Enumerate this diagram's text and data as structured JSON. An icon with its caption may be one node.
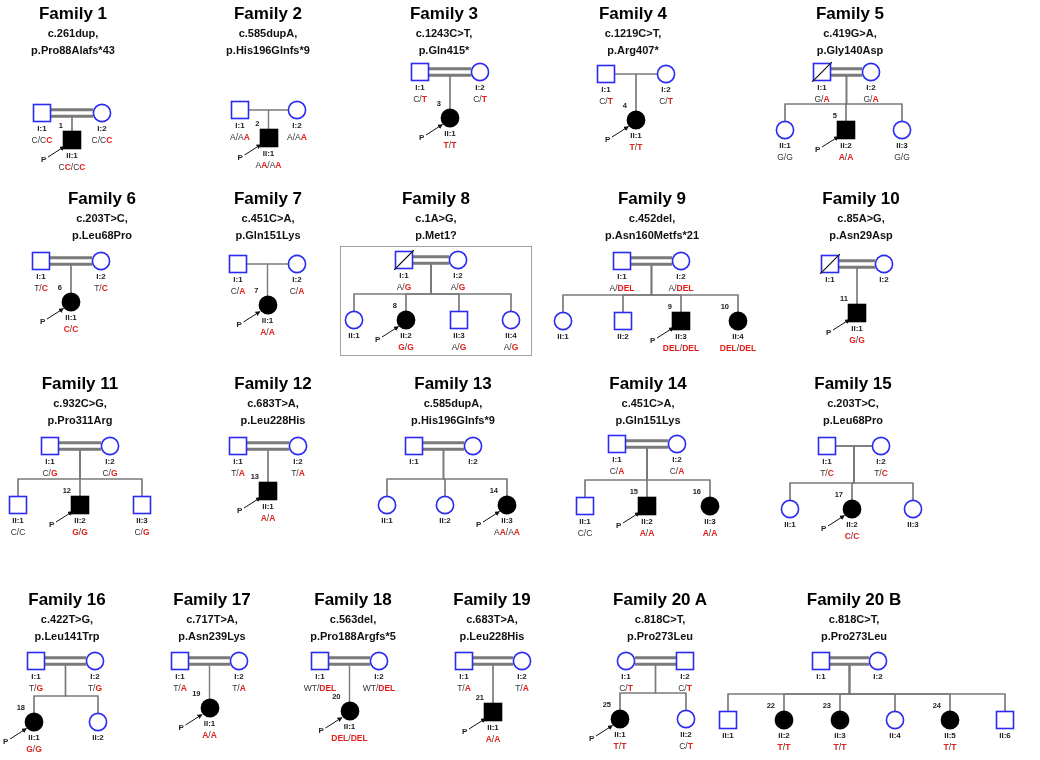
{
  "diagram": {
    "nodes": [
      {
        "text": [],
        "shape": "box",
        "beside": [
          "I:1",
          "C/C**C**"
        ]
      },
      {
        "text": [],
        "shape": "circle",
        "beside": [
          "I:2",
          "C/C**C**"
        ]
      },
      {
        "text": [],
        "shape": "filled-box",
        "beside": [
          "II:1",
          "C**C**/C**C**"
        ]
      },
      {
        "text": [],
        "shape": "box",
        "beside": [
          "I:1",
          "A/A**A**"
        ]
      },
      {
        "text": [],
        "shape": "circle",
        "beside": [
          "I:2",
          "A/A**A**"
        ]
      },
      {
        "text": [],
        "shape": "filled-box",
        "beside": [
          "II:1",
          "A**A**/A**A**"
        ]
      },
      {
        "text": [],
        "shape": "box",
        "beside": [
          "I:1",
          "C/**T**"
        ]
      },
      {
        "text": [],
        "shape": "circle",
        "beside": [
          "I:2",
          "C/**T**"
        ]
      },
      {
        "text": [],
        "shape": "filled-circle",
        "beside": [
          "II:1",
          "**T**/**T**"
        ]
      },
      {
        "text": [],
        "shape": "box",
        "beside": [
          "I:1",
          "C/**T**"
        ]
      },
      {
        "text": [],
        "shape": "circle",
        "beside": [
          "I:2",
          "C/**T**"
        ]
      },
      {
        "text": [],
        "shape": "filled-circle",
        "beside": [
          "II:1",
          "**T**/**T**"
        ]
      },
      {
        "text": [],
        "shape": "crossed-box",
        "beside": [
          "I:1",
          "G/**A**"
        ]
      },
      {
        "text": [],
        "shape": "circle",
        "beside": [
          "I:2",
          "G/**A**"
        ]
      },
      {
        "text": [],
        "shape": "circle",
        "beside": [
          "II:1",
          "G/G"
        ]
      },
      {
        "text": [],
        "shape": "filled-box",
        "beside": [
          "II:2",
          "**A**/**A**"
        ]
      },
      {
        "text": [],
        "shape": "circle",
        "beside": [
          "II:3",
          "G/G"
        ]
      },
      {
        "text": [],
        "shape": "box",
        "beside": [
          "I:1",
          "T/**C**"
        ]
      },
      {
        "text": [],
        "shape": "circle",
        "beside": [
          "I:2",
          "T/**C**"
        ]
      },
      {
        "text": [],
        "shape": "filled-circle",
        "beside": [
          "II:1",
          "**C**/**C**"
        ]
      },
      {
        "text": [],
        "shape": "box",
        "beside": [
          "I:1",
          "C/**A**"
        ]
      },
      {
        "text": [],
        "shape": "circle",
        "beside": [
          "I:2",
          "C/**A**"
        ]
      },
      {
        "text": [],
        "shape": "filled-circle",
        "beside": [
          "II:1",
          "**A**/**A**"
        ]
      },
      {
        "text": [],
        "shape": "box"
      },
      {
        "text": [],
        "shape": "crossed-box",
        "in": 23,
        "beside": [
          "I:1",
          "A/**G**"
        ]
      },
      {
        "text": [],
        "shape": "circle",
        "in": 23,
        "beside": [
          "I:2",
          "A/**G**"
        ]
      },
      {
        "text": [],
        "shape": "circle",
        "in": 23,
        "beside": [
          "II:1"
        ]
      },
      {
        "text": [],
        "shape": "filled-circle",
        "in": 23,
        "beside": [
          "II:2",
          "**G**/**G**"
        ]
      },
      {
        "text": [],
        "shape": "box",
        "in": 23,
        "beside": [
          "II:3",
          "A/**G**"
        ]
      },
      {
        "text": [],
        "shape": "circle",
        "in": 23,
        "beside": [
          "II:4",
          "A/**G**"
        ]
      },
      {
        "text": [],
        "shape": "box",
        "beside": [
          "I:1",
          "A/**DEL**"
        ]
      },
      {
        "text": [],
        "shape": "circle",
        "beside": [
          "I:2",
          "A/**DEL**"
        ]
      },
      {
        "text": [],
        "shape": "circle",
        "beside": [
          "II:1"
        ]
      },
      {
        "text": [],
        "shape": "box",
        "beside": [
          "II:2"
        ]
      },
      {
        "text": [],
        "shape": "filled-box",
        "beside": [
          "II:3",
          "**DEL**/**DEL**"
        ]
      },
      {
        "text": [],
        "shape": "filled-circle",
        "beside": [
          "II:4",
          "**DEL**/**DEL**"
        ]
      },
      {
        "text": [],
        "shape": "crossed-box",
        "beside": [
          "I:1"
        ]
      },
      {
        "text": [],
        "shape": "circle",
        "beside": [
          "I:2"
        ]
      },
      {
        "text": [],
        "shape": "filled-box",
        "beside": [
          "II:1",
          "**G**/**G**"
        ]
      },
      {
        "text": [],
        "shape": "box",
        "beside": [
          "I:1",
          "C/**G**"
        ]
      },
      {
        "text": [],
        "shape": "circle",
        "beside": [
          "I:2",
          "C/**G**"
        ]
      },
      {
        "text": [],
        "shape": "box",
        "beside": [
          "II:1",
          "C/C"
        ]
      },
      {
        "text": [],
        "shape": "filled-box",
        "beside": [
          "II:2",
          "**G**/**G**"
        ]
      },
      {
        "text": [],
        "shape": "box",
        "beside": [
          "II:3",
          "C/**G**"
        ]
      },
      {
        "text": [],
        "shape": "box",
        "beside": [
          "I:1",
          "T/**A**"
        ]
      },
      {
        "text": [],
        "shape": "circle",
        "beside": [
          "I:2",
          "T/**A**"
        ]
      },
      {
        "text": [],
        "shape": "filled-box",
        "beside": [
          "II:1",
          "**A**/**A**"
        ]
      },
      {
        "text": [],
        "shape": "box",
        "beside": [
          "I:1"
        ]
      },
      {
        "text": [],
        "shape": "circle",
        "beside": [
          "I:2"
        ]
      },
      {
        "text": [],
        "shape": "circle",
        "beside": [
          "II:1"
        ]
      },
      {
        "text": [],
        "shape": "circle",
        "beside": [
          "II:2"
        ]
      },
      {
        "text": [],
        "shape": "filled-circle",
        "beside": [
          "II:3",
          "A**A**/A**A**"
        ]
      },
      {
        "text": [],
        "shape": "box",
        "beside": [
          "I:1",
          "C/**A**"
        ]
      },
      {
        "text": [],
        "shape": "circle",
        "beside": [
          "I:2",
          "C/**A**"
        ]
      },
      {
        "text": [],
        "shape": "box",
        "beside": [
          "II:1",
          "C/C"
        ]
      },
      {
        "text": [],
        "shape": "filled-box",
        "beside": [
          "II:2",
          "**A**/**A**"
        ]
      },
      {
        "text": [],
        "shape": "filled-circle",
        "beside": [
          "II:3",
          "**A**/**A**"
        ]
      },
      {
        "text": [],
        "shape": "box",
        "beside": [
          "I:1",
          "T/**C**"
        ]
      },
      {
        "text": [],
        "shape": "circle",
        "beside": [
          "I:2",
          "T/**C**"
        ]
      },
      {
        "text": [],
        "shape": "circle",
        "beside": [
          "II:1"
        ]
      },
      {
        "text": [],
        "shape": "filled-circle",
        "beside": [
          "II:2",
          "**C**/**C**"
        ]
      },
      {
        "text": [],
        "shape": "circle",
        "beside": [
          "II:3"
        ]
      },
      {
        "text": [],
        "shape": "box",
        "beside": [
          "I:1",
          "T/**G**"
        ]
      },
      {
        "text": [],
        "shape": "circle",
        "beside": [
          "I:2",
          "T/**G**"
        ]
      },
      {
        "text": [],
        "shape": "filled-circle",
        "beside": [
          "II:1",
          "**G**/**G**"
        ]
      },
      {
        "text": [],
        "shape": "circle",
        "beside": [
          "II:2"
        ]
      },
      {
        "text": [],
        "shape": "box",
        "beside": [
          "I:1",
          "T/**A**"
        ]
      },
      {
        "text": [],
        "shape": "circle",
        "beside": [
          "I:2",
          "T/**A**"
        ]
      },
      {
        "text": [],
        "shape": "filled-circle",
        "beside": [
          "II:1",
          "**A**/**A**"
        ]
      },
      {
        "text": [],
        "shape": "box",
        "beside": [
          "I:1",
          "WT/**DEL**"
        ]
      },
      {
        "text": [],
        "shape": "circle",
        "beside": [
          "I:2",
          "WT/**DEL**"
        ]
      },
      {
        "text": [],
        "shape": "filled-circle",
        "beside": [
          "II:1",
          "**DEL**/**DEL**"
        ]
      },
      {
        "text": [],
        "shape": "box",
        "beside": [
          "I:1",
          "T/**A**"
        ]
      },
      {
        "text": [],
        "shape": "circle",
        "beside": [
          "I:2",
          "T/**A**"
        ]
      },
      {
        "text": [],
        "shape": "filled-box",
        "beside": [
          "II:1",
          "**A**/**A**"
        ]
      },
      {
        "text": [],
        "shape": "circle",
        "beside": [
          "I:1",
          "C/**T**"
        ]
      },
      {
        "text": [],
        "shape": "box",
        "beside": [
          "I:2",
          "C/**T**"
        ]
      },
      {
        "text": [],
        "shape": "filled-circle",
        "beside": [
          "II:1",
          "**T**/**T**"
        ]
      },
      {
        "text": [],
        "shape": "circle",
        "beside": [
          "II:2",
          "C/**T**"
        ]
      },
      {
        "text": [],
        "shape": "box",
        "beside": [
          "I:1"
        ]
      },
      {
        "text": [],
        "shape": "circle",
        "beside": [
          "I:2"
        ]
      },
      {
        "text": [],
        "shape": "box",
        "beside": [
          "II:1"
        ]
      },
      {
        "text": [],
        "shape": "filled-circle",
        "beside": [
          "II:2",
          "**T**/**T**"
        ]
      },
      {
        "text": [],
        "shape": "filled-circle",
        "beside": [
          "II:3",
          "**T**/**T**"
        ]
      },
      {
        "text": [],
        "shape": "circle",
        "beside": [
          "II:4"
        ]
      },
      {
        "text": [],
        "shape": "filled-circle",
        "beside": [
          "II:5",
          "**T**/**T**"
        ]
      },
      {
        "text": [],
        "shape": "box",
        "beside": [
          "II:6"
        ]
      }
    ],
    "edges": [
      {
        "from": 0,
        "to": 1,
        "arrow": "none",
        "style": "thick"
      },
      {
        "from": 0,
        "to": 2,
        "arrow": "none"
      },
      {
        "from": 1,
        "to": 2,
        "arrow": "none"
      },
      {
        "from": null,
        "to": 2,
        "arrow": "to",
        "label": "P",
        "color": "#111111"
      },
      {
        "from": 3,
        "to": 4,
        "arrow": "none"
      },
      {
        "from": 3,
        "to": 5,
        "arrow": "none"
      },
      {
        "from": 4,
        "to": 5,
        "arrow": "none"
      },
      {
        "from": null,
        "to": 5,
        "arrow": "to",
        "label": "P",
        "color": "#111111"
      },
      {
        "from": 6,
        "to": 7,
        "arrow": "none",
        "style": "thick"
      },
      {
        "from": 6,
        "to": 8,
        "arrow": "none"
      },
      {
        "from": 7,
        "to": 8,
        "arrow": "none"
      },
      {
        "from": null,
        "to": 8,
        "arrow": "to",
        "label": "P",
        "color": "#111111"
      },
      {
        "from": 9,
        "to": 10,
        "arrow": "none"
      },
      {
        "from": 9,
        "to": 11,
        "arrow": "none"
      },
      {
        "from": 10,
        "to": 11,
        "arrow": "none"
      },
      {
        "from": null,
        "to": 11,
        "arrow": "to",
        "label": "P",
        "color": "#111111"
      },
      {
        "from": 12,
        "to": 13,
        "arrow": "none",
        "style": "thick"
      },
      {
        "from": 12,
        "to": 14,
        "arrow": "none"
      },
      {
        "from": 13,
        "to": 14,
        "arrow": "none"
      },
      {
        "from": 12,
        "to": 15,
        "arrow": "none"
      },
      {
        "from": 13,
        "to": 15,
        "arrow": "none"
      },
      {
        "from": 12,
        "to": 16,
        "arrow": "none"
      },
      {
        "from": 13,
        "to": 16,
        "arrow": "none"
      },
      {
        "from": null,
        "to": 15,
        "arrow": "to",
        "label": "P",
        "color": "#111111"
      },
      {
        "from": 17,
        "to": 18,
        "arrow": "none",
        "style": "thick"
      },
      {
        "from": 17,
        "to": 19,
        "arrow": "none"
      },
      {
        "from": 18,
        "to": 19,
        "arrow": "none"
      },
      {
        "from": null,
        "to": 19,
        "arrow": "to",
        "label": "P",
        "color": "#111111"
      },
      {
        "from": 20,
        "to": 21,
        "arrow": "none"
      },
      {
        "from": 20,
        "to": 22,
        "arrow": "none"
      },
      {
        "from": 21,
        "to": 22,
        "arrow": "none"
      },
      {
        "from": null,
        "to": 22,
        "arrow": "to",
        "label": "P",
        "color": "#111111"
      },
      {
        "from": 24,
        "to": 25,
        "arrow": "none",
        "style": "thick"
      },
      {
        "from": 24,
        "to": 26,
        "arrow": "none"
      },
      {
        "from": 25,
        "to": 26,
        "arrow": "none"
      },
      {
        "from": 24,
        "to": 27,
        "arrow": "none"
      },
      {
        "from": 25,
        "to": 27,
        "arrow": "none"
      },
      {
        "from": 24,
        "to": 28,
        "arrow": "none"
      },
      {
        "from": 25,
        "to": 28,
        "arrow": "none"
      },
      {
        "from": 24,
        "to": 29,
        "arrow": "none"
      },
      {
        "from": 25,
        "to": 29,
        "arrow": "none"
      },
      {
        "from": null,
        "to": 27,
        "arrow": "to",
        "label": "P",
        "color": "#111111"
      },
      {
        "from": 30,
        "to": 31,
        "arrow": "none",
        "style": "thick"
      },
      {
        "from": 30,
        "to": 32,
        "arrow": "none"
      },
      {
        "from": 31,
        "to": 32,
        "arrow": "none"
      },
      {
        "from": 30,
        "to": 33,
        "arrow": "none"
      },
      {
        "from": 31,
        "to": 33,
        "arrow": "none"
      },
      {
        "from": 30,
        "to": 34,
        "arrow": "none"
      },
      {
        "from": 31,
        "to": 34,
        "arrow": "none"
      },
      {
        "from": 30,
        "to": 35,
        "arrow": "none"
      },
      {
        "from": 31,
        "to": 35,
        "arrow": "none"
      },
      {
        "from": null,
        "to": 34,
        "arrow": "to",
        "label": "P",
        "color": "#111111"
      },
      {
        "from": 36,
        "to": 37,
        "arrow": "none",
        "style": "thick"
      },
      {
        "from": 36,
        "to": 38,
        "arrow": "none"
      },
      {
        "from": 37,
        "to": 38,
        "arrow": "none"
      },
      {
        "from": null,
        "to": 38,
        "arrow": "to",
        "label": "P",
        "color": "#111111"
      },
      {
        "from": 39,
        "to": 40,
        "arrow": "none",
        "style": "thick"
      },
      {
        "from": 39,
        "to": 41,
        "arrow": "none"
      },
      {
        "from": 40,
        "to": 41,
        "arrow": "none"
      },
      {
        "from": 39,
        "to": 42,
        "arrow": "none"
      },
      {
        "from": 40,
        "to": 42,
        "arrow": "none"
      },
      {
        "from": 39,
        "to": 43,
        "arrow": "none"
      },
      {
        "from": 40,
        "to": 43,
        "arrow": "none"
      },
      {
        "from": null,
        "to": 42,
        "arrow": "to",
        "label": "P",
        "color": "#111111"
      },
      {
        "from": 44,
        "to": 45,
        "arrow": "none",
        "style": "thick"
      },
      {
        "from": 44,
        "to": 46,
        "arrow": "none"
      },
      {
        "from": 45,
        "to": 46,
        "arrow": "none"
      },
      {
        "from": null,
        "to": 46,
        "arrow": "to",
        "label": "P",
        "color": "#111111"
      },
      {
        "from": 47,
        "to": 48,
        "arrow": "none",
        "style": "thick"
      },
      {
        "from": 47,
        "to": 49,
        "arrow": "none"
      },
      {
        "from": 48,
        "to": 49,
        "arrow": "none"
      },
      {
        "from": 47,
        "to": 50,
        "arrow": "none"
      },
      {
        "from": 48,
        "to": 50,
        "arrow": "none"
      },
      {
        "from": 47,
        "to": 51,
        "arrow": "none"
      },
      {
        "from": 48,
        "to": 51,
        "arrow": "none"
      },
      {
        "from": null,
        "to": 51,
        "arrow": "to",
        "label": "P",
        "color": "#111111"
      },
      {
        "from": 52,
        "to": 53,
        "arrow": "none",
        "style": "thick"
      },
      {
        "from": 52,
        "to": 54,
        "arrow": "none"
      },
      {
        "from": 53,
        "to": 54,
        "arrow": "none"
      },
      {
        "from": 52,
        "to": 55,
        "arrow": "none"
      },
      {
        "from": 53,
        "to": 55,
        "arrow": "none"
      },
      {
        "from": 52,
        "to": 56,
        "arrow": "none"
      },
      {
        "from": 53,
        "to": 56,
        "arrow": "none"
      },
      {
        "from": null,
        "to": 55,
        "arrow": "to",
        "label": "P",
        "color": "#111111"
      },
      {
        "from": 57,
        "to": 58,
        "arrow": "none"
      },
      {
        "from": 57,
        "to": 59,
        "arrow": "none"
      },
      {
        "from": 58,
        "to": 59,
        "arrow": "none"
      },
      {
        "from": 57,
        "to": 60,
        "arrow": "none"
      },
      {
        "from": 58,
        "to": 60,
        "arrow": "none"
      },
      {
        "from": 57,
        "to": 61,
        "arrow": "none"
      },
      {
        "from": 58,
        "to": 61,
        "arrow": "none"
      },
      {
        "from": null,
        "to": 60,
        "arrow": "to",
        "label": "P",
        "color": "#111111"
      },
      {
        "from": 62,
        "to": 63,
        "arrow": "none",
        "style": "thick"
      },
      {
        "from": 62,
        "to": 64,
        "arrow": "none"
      },
      {
        "from": 63,
        "to": 64,
        "arrow": "none"
      },
      {
        "from": 62,
        "to": 65,
        "arrow": "none"
      },
      {
        "from": 63,
        "to": 65,
        "arrow": "none"
      },
      {
        "from": null,
        "to": 64,
        "arrow": "to",
        "label": "P",
        "color": "#111111"
      },
      {
        "from": 66,
        "to": 67,
        "arrow": "none",
        "style": "thick"
      },
      {
        "from": 66,
        "to": 68,
        "arrow": "none"
      },
      {
        "from": 67,
        "to": 68,
        "arrow": "none"
      },
      {
        "from": null,
        "to": 68,
        "arrow": "to",
        "label": "P",
        "color": "#111111"
      },
      {
        "from": 69,
        "to": 70,
        "arrow": "none",
        "style": "thick"
      },
      {
        "from": 69,
        "to": 71,
        "arrow": "none"
      },
      {
        "from": 70,
        "to": 71,
        "arrow": "none"
      },
      {
        "from": null,
        "to": 71,
        "arrow": "to",
        "label": "P",
        "color": "#111111"
      },
      {
        "from": 72,
        "to": 73,
        "arrow": "none",
        "style": "thick"
      },
      {
        "from": 72,
        "to": 74,
        "arrow": "none"
      },
      {
        "from": 73,
        "to": 74,
        "arrow": "none"
      },
      {
        "from": null,
        "to": 74,
        "arrow": "to",
        "label": "P",
        "color": "#111111"
      },
      {
        "from": 75,
        "to": 76,
        "arrow": "none",
        "style": "thick"
      },
      {
        "from": 75,
        "to": 77,
        "arrow": "none"
      },
      {
        "from": 76,
        "to": 77,
        "arrow": "none"
      },
      {
        "from": 75,
        "to": 78,
        "arrow": "none"
      },
      {
        "from": 76,
        "to": 78,
        "arrow": "none"
      },
      {
        "from": null,
        "to": 77,
        "arrow": "to",
        "label": "P",
        "color": "#111111"
      },
      {
        "from": 79,
        "to": 80,
        "arrow": "none",
        "style": "thick"
      },
      {
        "from": 79,
        "to": 81,
        "arrow": "none"
      },
      {
        "from": 80,
        "to": 81,
        "arrow": "none"
      },
      {
        "from": 79,
        "to": 82,
        "arrow": "none"
      },
      {
        "from": 80,
        "to": 82,
        "arrow": "none"
      },
      {
        "from": 79,
        "to": 83,
        "arrow": "none"
      },
      {
        "from": 80,
        "to": 83,
        "arrow": "none"
      },
      {
        "from": 79,
        "to": 84,
        "arrow": "none"
      },
      {
        "from": 80,
        "to": 84,
        "arrow": "none"
      },
      {
        "from": 79,
        "to": 85,
        "arrow": "none"
      },
      {
        "from": 80,
        "to": 85,
        "arrow": "none"
      },
      {
        "from": 79,
        "to": 86,
        "arrow": "none"
      },
      {
        "from": 80,
        "to": 86,
        "arrow": "none"
      }
    ],
    "labels": [
      "Family 1",
      "c.261dup,",
      "p.Pro88Alafs*43",
      "Family 2",
      "c.585dupA,",
      "p.His196Glnfs*9",
      "Family 3",
      "c.1243C>T,",
      "p.Gln415*",
      "Family 4",
      "c.1219C>T,",
      "p.Arg407*",
      "Family 5",
      "c.419G>A,",
      "p.Gly140Asp",
      "Family 6",
      "c.203T>C,",
      "p.Leu68Pro",
      "Family 7",
      "c.451C>A,",
      "p.Gln151Lys",
      "Family 8",
      "c.1A>G,",
      "p.Met1?",
      "Family 9",
      "c.452del,",
      "p.Asn160Metfs*21",
      "Family 10",
      "c.85A>G,",
      "p.Asn29Asp",
      "Family 11",
      "c.932C>G,",
      "p.Pro311Arg",
      "Family 12",
      "c.683T>A,",
      "p.Leu228His",
      "Family 13",
      "c.585dupA,",
      "p.His196Glnfs*9",
      "Family 14",
      "c.451C>A,",
      "p.Gln151Lys",
      "Family 15",
      "c.203T>C,",
      "p.Leu68Pro",
      "Family 16",
      "c.422T>G,",
      "p.Leu141Trp",
      "Family 17",
      "c.717T>A,",
      "p.Asn239Lys",
      "Family 18",
      "c.563del,",
      "p.Pro188Argfs*5",
      "Family 19",
      "c.683T>A,",
      "p.Leu228His",
      "Family 20 A",
      "c.818C>T,",
      "p.Pro273Leu",
      "Family 20 B",
      "c.818C>T,",
      "p.Pro273Leu",
      "1",
      "2",
      "3",
      "4",
      "5",
      "6",
      "7",
      "8",
      "9",
      "10",
      "11",
      "12",
      "13",
      "14",
      "15",
      "16",
      "17",
      "18",
      "19",
      "20",
      "21",
      "25",
      "22",
      "23",
      "24"
    ]
  }
}
